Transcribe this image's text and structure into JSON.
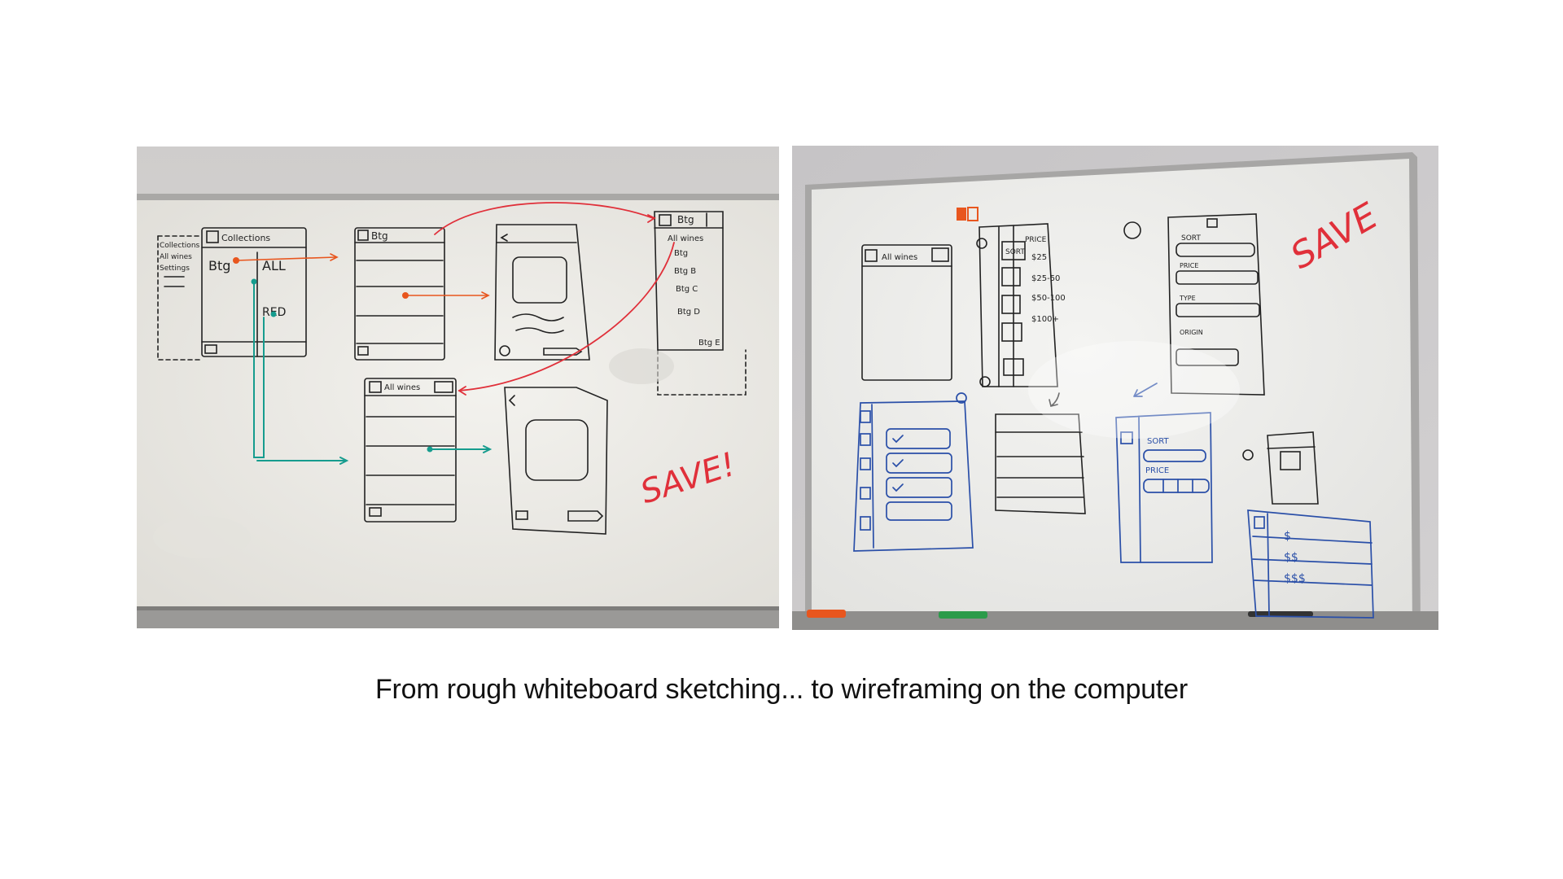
{
  "slide": {
    "caption": "From rough whiteboard sketching... to wireframing on the computer"
  },
  "photos": {
    "left": {
      "sketch_labels": {
        "save": "SAVE!"
      }
    },
    "right": {
      "sketch_labels": {
        "save": "SAVE"
      }
    }
  },
  "colors": {
    "board": "#ecebe6",
    "wall": "#d4d2d0",
    "marker_black": "#222222",
    "marker_red": "#e0303a",
    "marker_teal": "#169c8e",
    "marker_orange": "#e8561e",
    "marker_blue": "#2a4fa8"
  }
}
